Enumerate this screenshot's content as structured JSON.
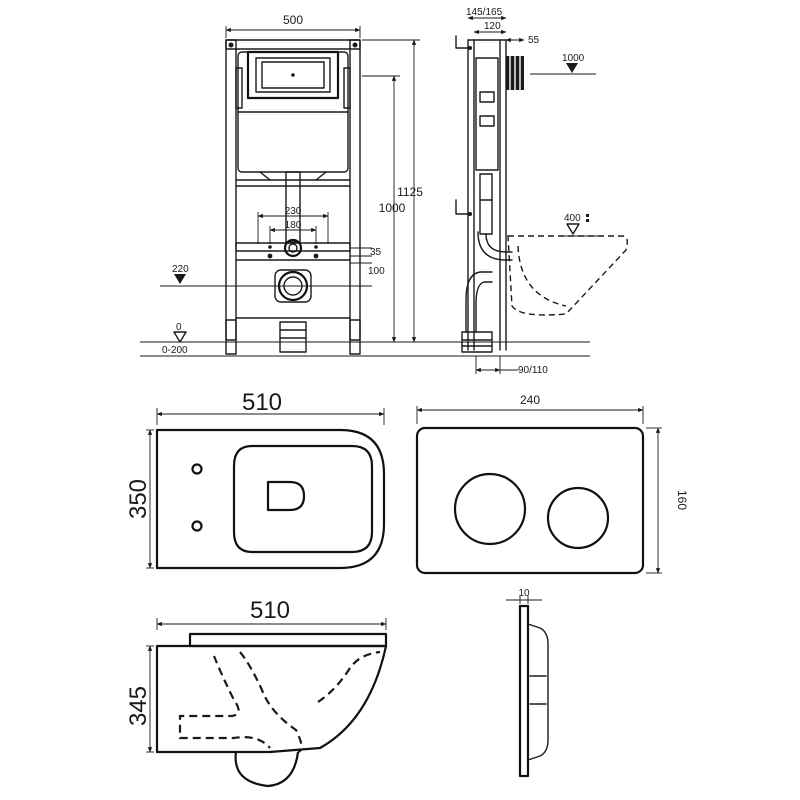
{
  "frame_front": {
    "width": "500",
    "height_total": "1125",
    "height_frame": "1000",
    "pipe_spacing_outer": "230",
    "pipe_spacing_inner": "180",
    "pipe_offset": "35",
    "pipe_height": "100",
    "level_220": "220",
    "level_0": "0",
    "level_range": "0-200"
  },
  "frame_side": {
    "depth_range": "145/165",
    "depth_120": "120",
    "depth_55": "55",
    "level_1000": "1000",
    "level_400": "400",
    "outlet": "90/110"
  },
  "toilet_top": {
    "width": "510",
    "depth": "350"
  },
  "toilet_side": {
    "width": "510",
    "height": "345"
  },
  "flush_plate": {
    "width": "240",
    "height": "160",
    "thickness": "10"
  }
}
